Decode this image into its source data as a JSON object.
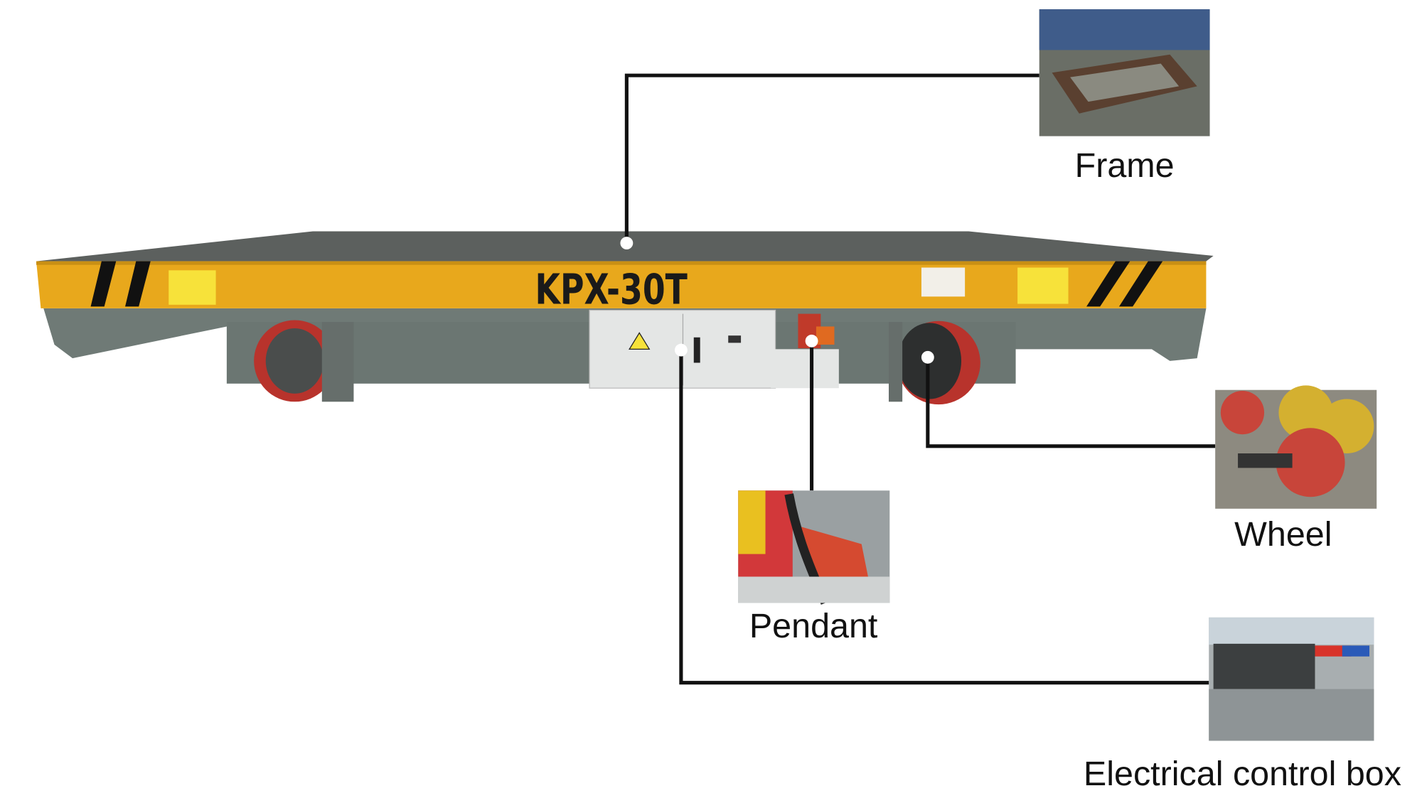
{
  "cart": {
    "model_text": "KPX-30T"
  },
  "callouts": [
    {
      "label": "Frame",
      "icon": "frame-photo"
    },
    {
      "label": "Wheel",
      "icon": "wheel-photo"
    },
    {
      "label": "Pendant",
      "icon": "pendant-photo"
    },
    {
      "label": "Electrical control box",
      "icon": "control-box-photo"
    }
  ],
  "colors": {
    "body_yellow": "#e8a81c",
    "frame_grey": "#6b7672",
    "wheel_red": "#b8332c",
    "leader_line": "#111111"
  }
}
